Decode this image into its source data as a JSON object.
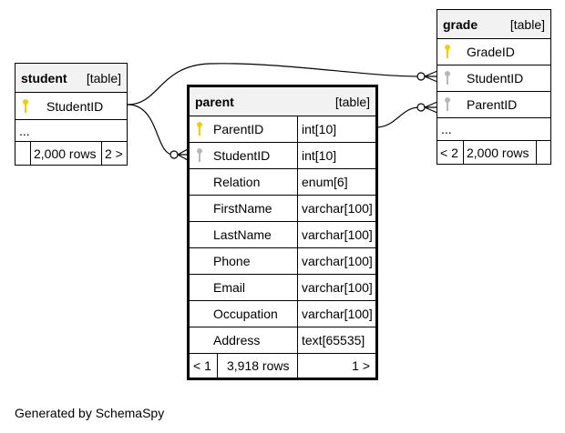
{
  "parent": {
    "name": "parent",
    "tag": "[table]",
    "columns": [
      {
        "name": "ParentID",
        "type": "int[10]"
      },
      {
        "name": "StudentID",
        "type": "int[10]"
      },
      {
        "name": "Relation",
        "type": "enum[6]"
      },
      {
        "name": "FirstName",
        "type": "varchar[100]"
      },
      {
        "name": "LastName",
        "type": "varchar[100]"
      },
      {
        "name": "Phone",
        "type": "varchar[100]"
      },
      {
        "name": "Email",
        "type": "varchar[100]"
      },
      {
        "name": "Occupation",
        "type": "varchar[100]"
      },
      {
        "name": "Address",
        "type": "text[65535]"
      }
    ],
    "footer": {
      "left": "< 1",
      "rows": "3,918 rows",
      "right": "1 >"
    }
  },
  "student": {
    "name": "student",
    "tag": "[table]",
    "columns": [
      {
        "name": "StudentID"
      }
    ],
    "ellipsis": "...",
    "footer": {
      "rows": "2,000 rows",
      "right": "2 >"
    }
  },
  "grade": {
    "name": "grade",
    "tag": "[table]",
    "columns": [
      {
        "name": "GradeID"
      },
      {
        "name": "StudentID"
      },
      {
        "name": "ParentID"
      }
    ],
    "ellipsis": "...",
    "footer": {
      "left": "< 2",
      "rows": "2,000 rows"
    }
  },
  "generated_by": "Generated by SchemaSpy"
}
